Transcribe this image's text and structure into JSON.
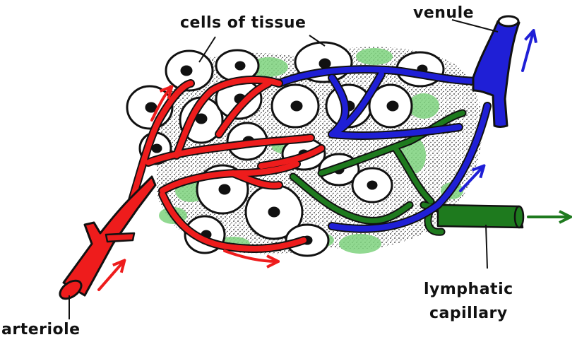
{
  "labels": {
    "cells": "cells of tissue",
    "venule": "venule",
    "lymph_line1": "lymphatic",
    "lymph_line2": "capillary",
    "arteriole": "arteriole"
  },
  "colors": {
    "arterial": "#ee1c1c",
    "venous": "#1f1fd6",
    "lymph": "#1e7a1e",
    "interstitial": "#7ed37e",
    "outline": "#111111",
    "cell_fill": "#ffffff"
  }
}
